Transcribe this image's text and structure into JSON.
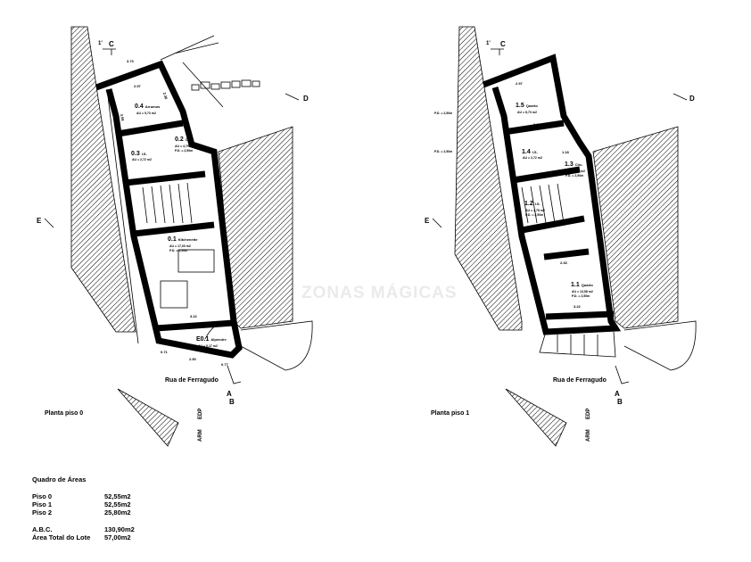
{
  "plans": [
    {
      "title": "Planta piso 0",
      "street": "Rua de Ferragudo",
      "rooms": [
        {
          "id": "0.4",
          "name": "Arrumos",
          "au": "AU = 5,73 m2"
        },
        {
          "id": "0.2",
          "name": "Circ.",
          "au": "AU = 4,79 m2",
          "pd": "P.D. = 2,50m"
        },
        {
          "id": "0.3",
          "name": "I.S.",
          "au": "AU = 2,72 m2"
        },
        {
          "id": "0.1",
          "name": "Kitchenette",
          "au": "AU = 17,00 m2",
          "pd": "P.D. = 2,50m"
        },
        {
          "id": "E0.1",
          "name": "Alpendre",
          "au": "AU = 5,17 m2"
        }
      ],
      "dimensions": [
        "3.73",
        "2.97",
        "2.36",
        "3.58",
        "3.22",
        "2.50",
        "0.71",
        "0.77",
        "3.37"
      ]
    },
    {
      "title": "Planta piso 1",
      "street": "Rua de Ferragudo",
      "rooms": [
        {
          "id": "1.5",
          "name": "Quarto",
          "au": "AU = 8,73 m2"
        },
        {
          "id": "1.4",
          "name": "I.S.",
          "au": "AU = 2,72 m2"
        },
        {
          "id": "1.3",
          "name": "Circ.",
          "au": "AU = 4,79 m2",
          "pd": "P.D. = 2,50m"
        },
        {
          "id": "1.2",
          "name": "I.S.",
          "au": "AU = 4,78 m2",
          "pd": "P.D. = 2,50m"
        },
        {
          "id": "1.1",
          "name": "Quarto",
          "au": "AU = 13,58 m2",
          "pd": "P.D. = 2,50m"
        }
      ],
      "side_labels": [
        "P.D. = 2,50m",
        "P.D. = 2,50m"
      ],
      "dimensions": [
        "2.97",
        "3.25",
        "2.33",
        "3.22",
        "1.18"
      ]
    }
  ],
  "section_marks": [
    "A",
    "B",
    "C",
    "D",
    "E",
    "1'"
  ],
  "neighbour_labels": [
    "EDP",
    "ARM"
  ],
  "watermark": "ZONAS MÁGICAS",
  "areas_table": {
    "title": "Quadro de Áreas",
    "rows": [
      {
        "label": "Piso 0",
        "value": "52,55m2"
      },
      {
        "label": "Piso 1",
        "value": "52,55m2"
      },
      {
        "label": "Piso 2",
        "value": "25,80m2"
      }
    ],
    "totals": [
      {
        "label": "A.B.C.",
        "value": "130,90m2"
      },
      {
        "label": "Área Total do Lote",
        "value": "57,00m2"
      }
    ]
  }
}
